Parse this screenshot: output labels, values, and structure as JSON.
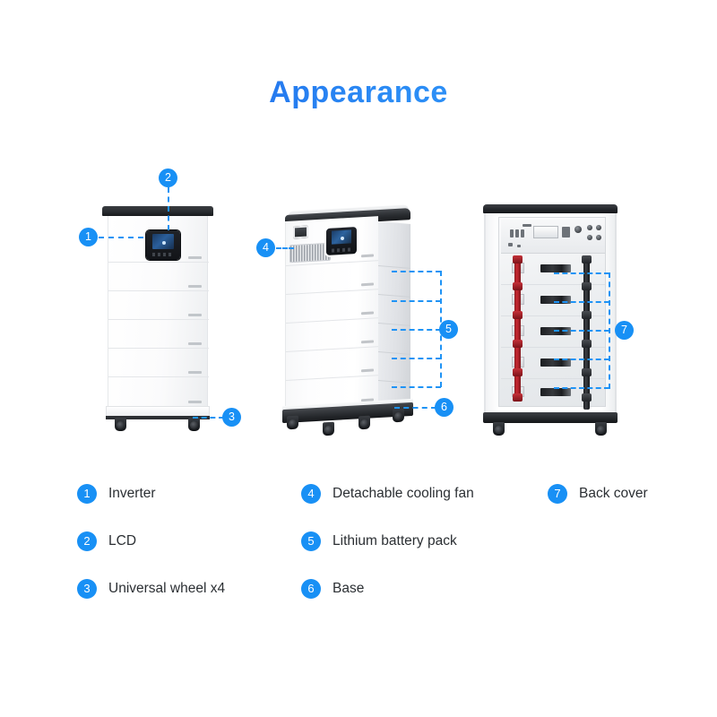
{
  "page": {
    "title": "Appearance",
    "background_color": "#ffffff",
    "accent_color": "#1890f5",
    "title_gradient_from": "#1f66e8",
    "title_gradient_to": "#2f9bfb",
    "dash_line_color": "#1f93f5"
  },
  "callouts": {
    "c1": "1",
    "c2": "2",
    "c3": "3",
    "c4": "4",
    "c5": "5",
    "c6": "6",
    "c7": "7"
  },
  "legend": {
    "columns": [
      {
        "items": [
          {
            "number": "1",
            "label": "Inverter"
          },
          {
            "number": "2",
            "label": "LCD"
          },
          {
            "number": "3",
            "label": "Universal wheel x4"
          }
        ]
      },
      {
        "items": [
          {
            "number": "4",
            "label": "Detachable cooling fan"
          },
          {
            "number": "5",
            "label": "Lithium battery pack"
          },
          {
            "number": "6",
            "label": "Base"
          }
        ]
      },
      {
        "items": [
          {
            "number": "7",
            "label": "Back cover"
          }
        ]
      }
    ]
  },
  "units": {
    "front_view": {
      "name": "front-view-unit",
      "modules": 6
    },
    "perspective_view": {
      "name": "perspective-view-unit",
      "modules": 6
    },
    "back_view": {
      "name": "back-cover-view-unit",
      "modules": 5
    }
  }
}
